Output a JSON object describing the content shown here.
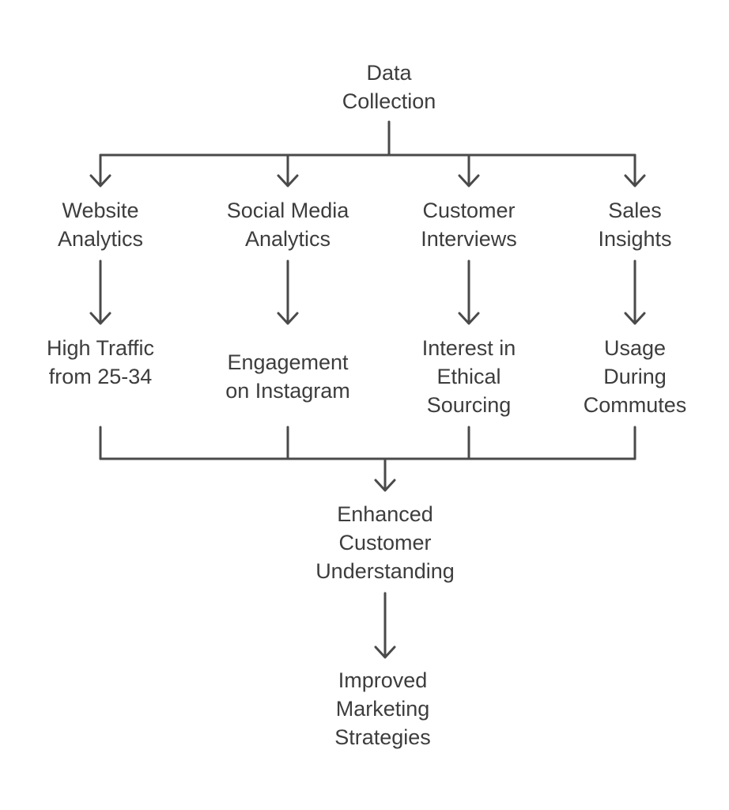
{
  "diagram": {
    "root": [
      "Data",
      "Collection"
    ],
    "sources": [
      {
        "label": [
          "Website",
          "Analytics"
        ],
        "finding": [
          "High Traffic",
          "from 25-34"
        ]
      },
      {
        "label": [
          "Social Media",
          "Analytics"
        ],
        "finding": [
          "Engagement",
          "on Instagram"
        ]
      },
      {
        "label": [
          "Customer",
          "Interviews"
        ],
        "finding": [
          "Interest in",
          "Ethical",
          "Sourcing"
        ]
      },
      {
        "label": [
          "Sales",
          "Insights"
        ],
        "finding": [
          "Usage",
          "During",
          "Commutes"
        ]
      }
    ],
    "merge": [
      "Enhanced",
      "Customer",
      "Understanding"
    ],
    "outcome": [
      "Improved",
      "Marketing",
      "Strategies"
    ]
  },
  "colors": {
    "text": "#3d3d3d",
    "line": "#4a4a4a",
    "background": "#ffffff"
  }
}
